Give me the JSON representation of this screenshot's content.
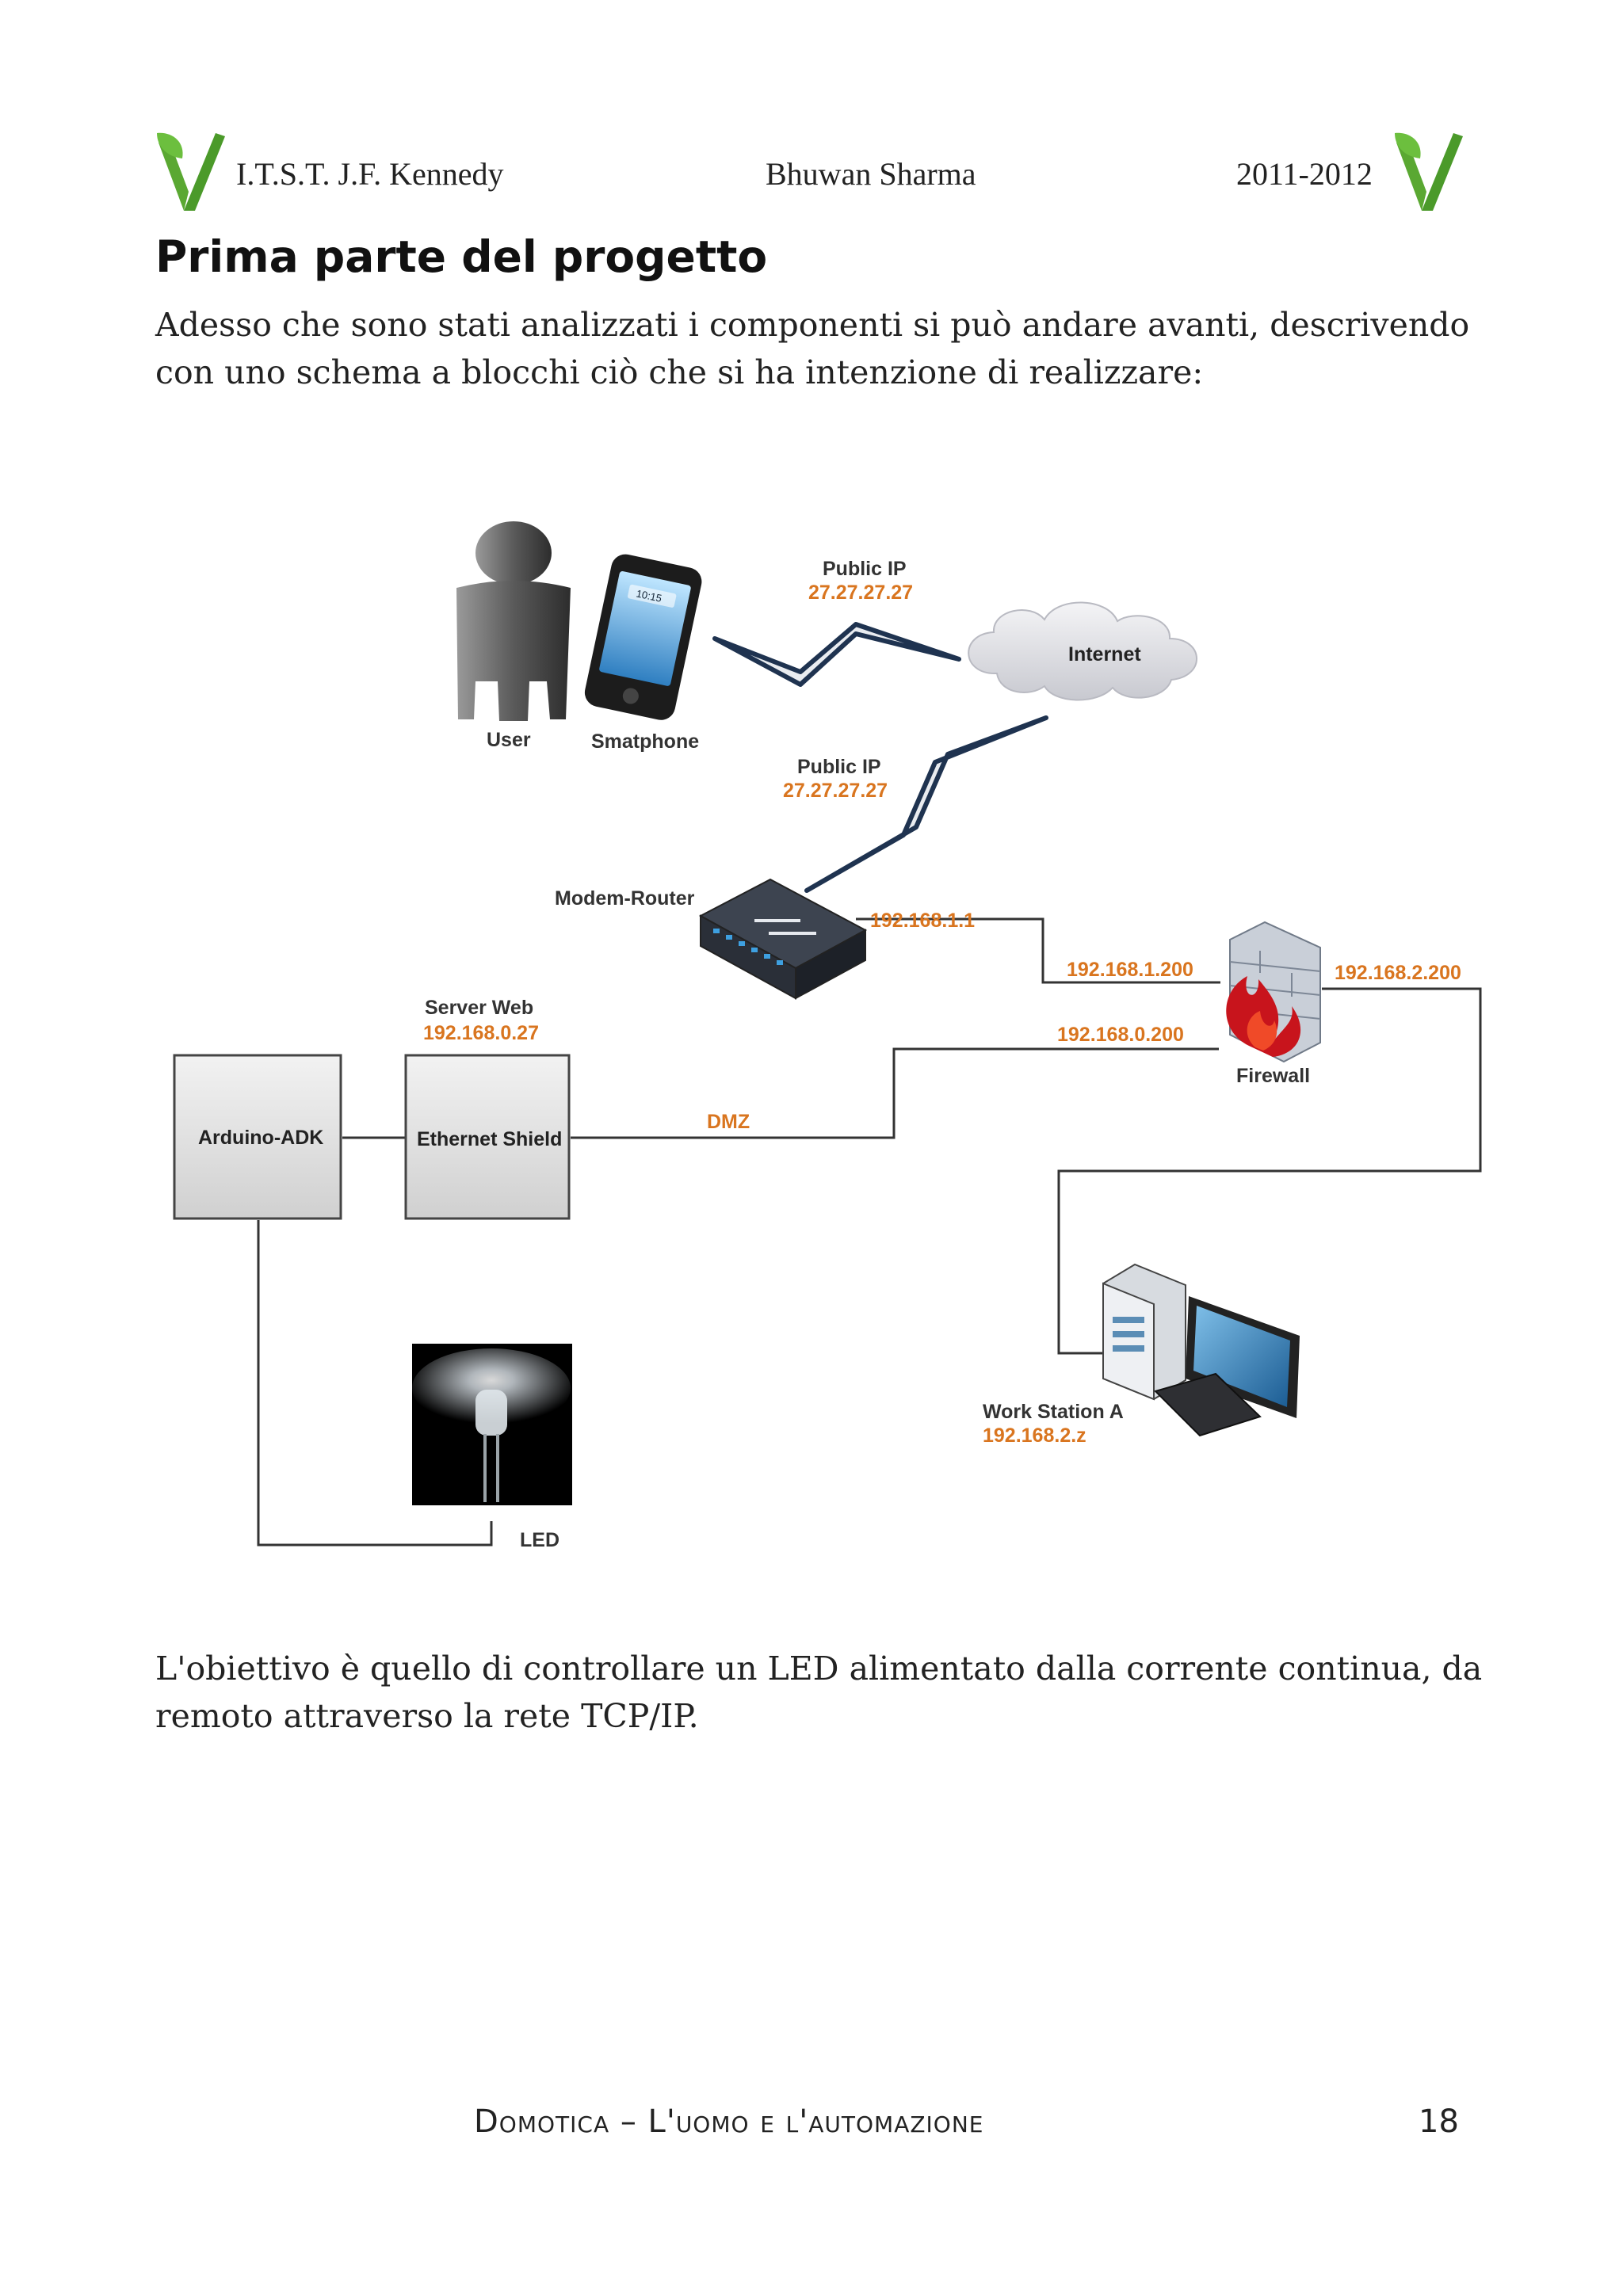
{
  "header": {
    "school": "I.T.S.T.  J.F. Kennedy",
    "author": "Bhuwan Sharma",
    "year": "2011-2012",
    "logo_icon": "green-v-sprout-logo",
    "logo_color": "#5aa832"
  },
  "section_title": "Prima parte del progetto",
  "intro_text": "Adesso che sono stati analizzati i componenti si può andare avanti, descrivendo con uno schema a blocchi ciò che si ha intenzione di realizzare:",
  "diagram": {
    "nodes": {
      "user": "User",
      "smartphone": "Smatphone",
      "internet": "Internet",
      "modem_router": "Modem-Router",
      "firewall": "Firewall",
      "server_web": "Server Web",
      "arduino": "Arduino-ADK",
      "ethernet_shield": "Ethernet Shield",
      "workstation": "Work Station A",
      "led": "LED"
    },
    "addresses": {
      "public_ip_label_1": "Public IP",
      "public_ip_1": "27.27.27.27",
      "public_ip_label_2": "Public IP",
      "public_ip_2": "27.27.27.27",
      "router_lan": "192.168.1.1",
      "firewall_wan": "192.168.1.200",
      "firewall_lan": "192.168.2.200",
      "firewall_dmz": "192.168.0.200",
      "server_ip": "192.168.0.27",
      "dmz": "DMZ",
      "workstation_ip": "192.168.2.z"
    },
    "phone_clock": "10:15",
    "ip_color": "#d9751f"
  },
  "conclusion_text": "L'obiettivo è quello di controllare un LED alimentato dalla corrente continua, da remoto attraverso la rete TCP/IP.",
  "footer": {
    "title": "Domotica – L'uomo e l'automazione",
    "page_number": "18"
  }
}
